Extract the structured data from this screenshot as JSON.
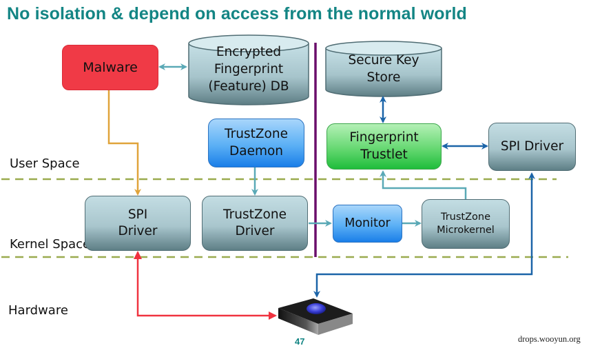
{
  "title": "No isolation & depend on access from the normal world",
  "zones": {
    "user_space": "User Space",
    "kernel_space": "Kernel Space",
    "hardware": "Hardware"
  },
  "nodes": {
    "malware": "Malware",
    "encrypted_db": "Encrypted\nFingerprint\n(Feature) DB",
    "secure_key_store": "Secure Key\nStore",
    "trustzone_daemon": "TrustZone\nDaemon",
    "fingerprint_trustlet": "Fingerprint\nTrustlet",
    "spi_driver_secure": "SPI Driver",
    "spi_driver_normal": "SPI\nDriver",
    "trustzone_driver": "TrustZone\nDriver",
    "monitor": "Monitor",
    "trustzone_microkernel": "TrustZone\nMicrokernel",
    "fingerprint_sensor": "fingerprint sensor"
  },
  "colors": {
    "title": "#138584",
    "malware": "#f03a46",
    "attack_arrow": "#e0a33a",
    "hardware_arrow": "#f0323f",
    "secure_arrow": "#1b64a8",
    "normal_arrow": "#5aa9b6",
    "world_divider": "#6b0f6b",
    "zone_divider": "#9aab4e"
  },
  "page_number": "47",
  "watermark": "drops.wooyun.org"
}
